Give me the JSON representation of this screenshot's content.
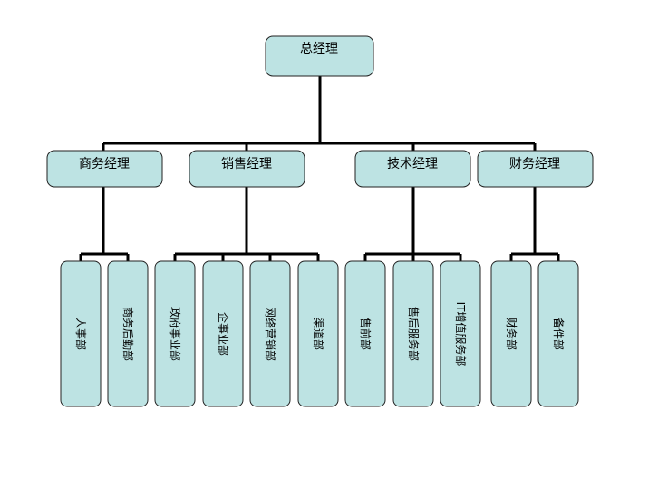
{
  "root": {
    "label": "总经理"
  },
  "managers": [
    {
      "label": "商务经理",
      "departments": [
        "人事部",
        "商务后勤部"
      ]
    },
    {
      "label": "销售经理",
      "departments": [
        "政府事业部",
        "企事业部",
        "网络营销部",
        "渠道部"
      ]
    },
    {
      "label": "技术经理",
      "departments": [
        "售前部",
        "售后服务部",
        "IT增值服务部"
      ]
    },
    {
      "label": "财务经理",
      "departments": [
        "财务部",
        "备件部"
      ]
    }
  ],
  "colors": {
    "box_fill": "#bde3e3",
    "box_stroke": "#222222",
    "connector": "#000000"
  }
}
